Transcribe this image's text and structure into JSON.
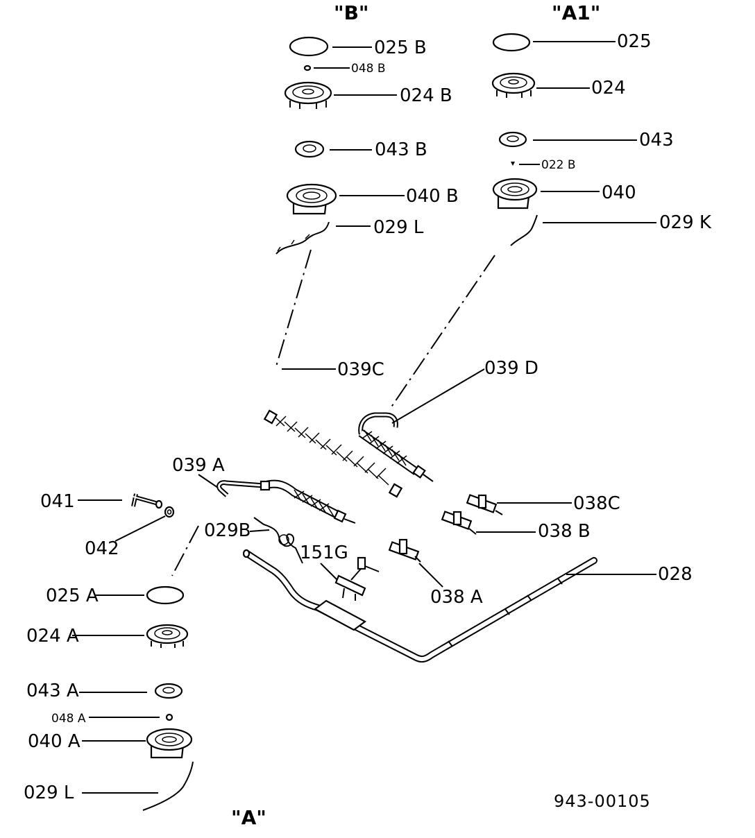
{
  "groups": {
    "b": "\"B\"",
    "a1": "\"A1\"",
    "a": "\"A\""
  },
  "drawing_number": "943-00105",
  "labels": {
    "b_025": "025 B",
    "b_048": "048 B",
    "b_024": "024 B",
    "b_043": "043 B",
    "b_040": "040 B",
    "b_029": "029 L",
    "a1_025": "025",
    "a1_024": "024",
    "a1_043": "043",
    "a1_022": "022 B",
    "a1_040": "040",
    "a1_029": "029 K",
    "l_039c": "039C",
    "l_039d": "039 D",
    "l_039a": "039 A",
    "l_041": "041",
    "l_042": "042",
    "l_029b": "029B",
    "l_151g": "151G",
    "l_038c": "038C",
    "l_038b": "038 B",
    "l_038a": "038 A",
    "l_028": "028",
    "a_025": "025 A",
    "a_024": "024 A",
    "a_043": "043 A",
    "a_048": "048 A",
    "a_040": "040 A",
    "a_029": "029 L"
  }
}
